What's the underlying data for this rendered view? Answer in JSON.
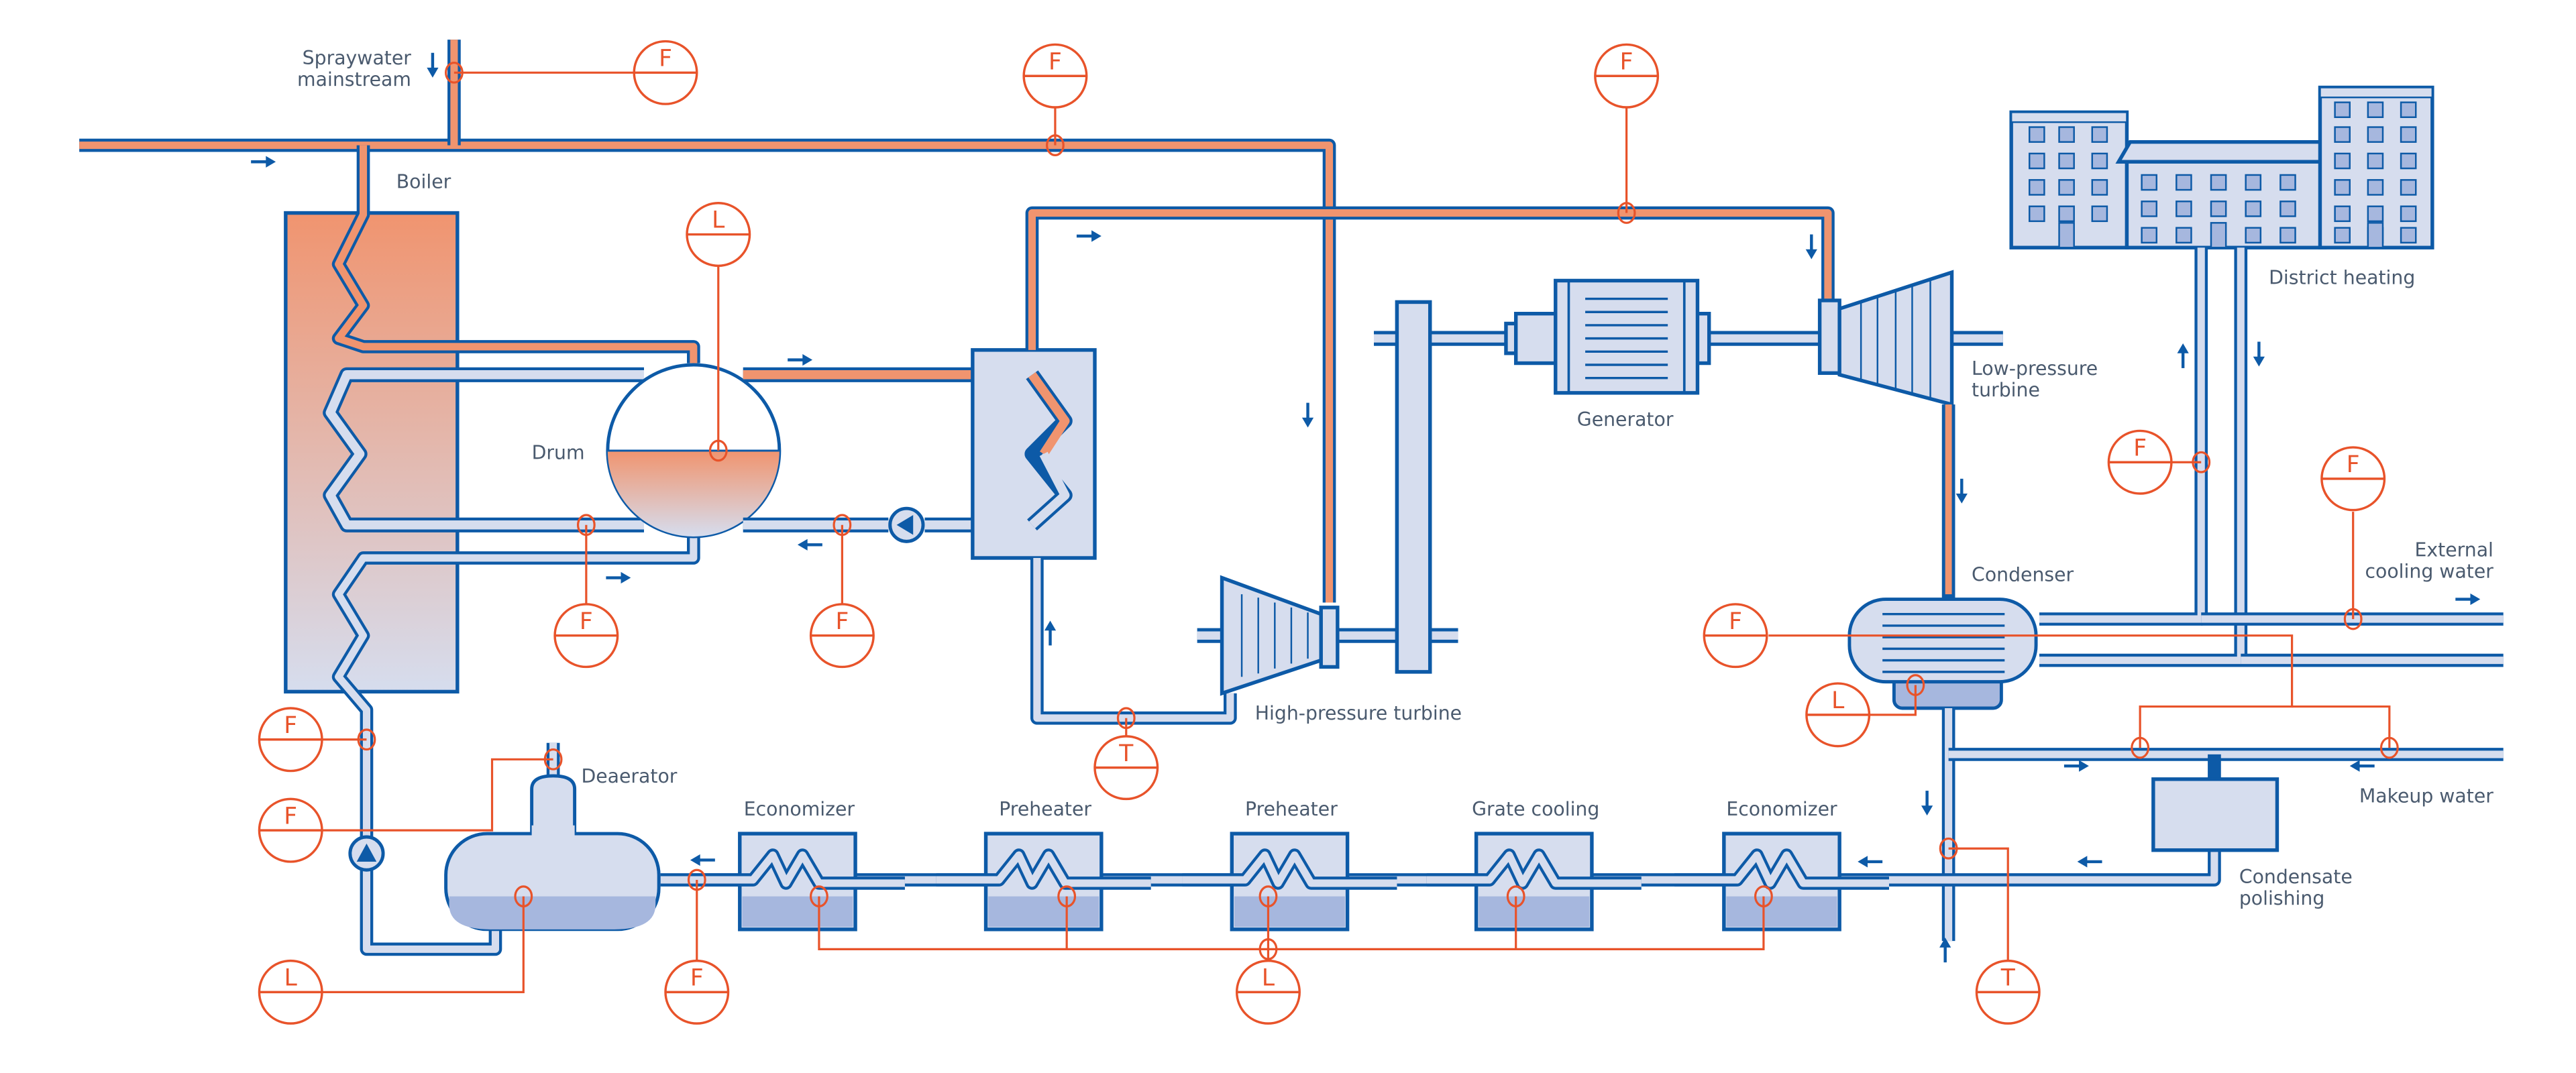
{
  "title": "Power plant water-steam cycle with district heating",
  "colors": {
    "pipe_outline": "#0d5aa7",
    "pipe_water": "#d6ddee",
    "pipe_steam": "#f0946f",
    "instrument": "#e8532a",
    "liquid": "#a6b7de",
    "label_text": "#4a5a6e"
  },
  "labels": {
    "spraywater": [
      "Spraywater",
      "mainstream"
    ],
    "boiler": "Boiler",
    "drum": "Drum",
    "generator": "Generator",
    "lp_turbine": [
      "Low-pressure",
      "turbine"
    ],
    "hp_turbine": "High-pressure turbine",
    "district_heating": "District heating",
    "condenser": "Condenser",
    "external_cooling": [
      "External",
      "cooling water"
    ],
    "makeup_water": "Makeup water",
    "condensate_polishing": [
      "Condensate",
      "polishing"
    ],
    "deaerator": "Deaerator",
    "heat_exchangers": [
      "Economizer",
      "Preheater",
      "Preheater",
      "Grate cooling",
      "Economizer"
    ]
  },
  "instruments": [
    {
      "id": "spraywater-flow",
      "letter": "F"
    },
    {
      "id": "main-steam-flow",
      "letter": "F"
    },
    {
      "id": "lp-steam-flow",
      "letter": "F"
    },
    {
      "id": "drum-level",
      "letter": "L"
    },
    {
      "id": "downcomer-flow",
      "letter": "F"
    },
    {
      "id": "circulation-flow",
      "letter": "F"
    },
    {
      "id": "feedwater-flow-1",
      "letter": "F"
    },
    {
      "id": "deaerator-steam-flow",
      "letter": "F"
    },
    {
      "id": "deaerator-level",
      "letter": "L"
    },
    {
      "id": "feedwater-flow-2",
      "letter": "F"
    },
    {
      "id": "exchanger-level",
      "letter": "L"
    },
    {
      "id": "hp-exhaust-temp",
      "letter": "T"
    },
    {
      "id": "condensate-temp",
      "letter": "T"
    },
    {
      "id": "condenser-level",
      "letter": "L"
    },
    {
      "id": "makeup-flow",
      "letter": "F"
    },
    {
      "id": "district-heating-flow",
      "letter": "F"
    },
    {
      "id": "cooling-water-flow",
      "letter": "F"
    }
  ]
}
